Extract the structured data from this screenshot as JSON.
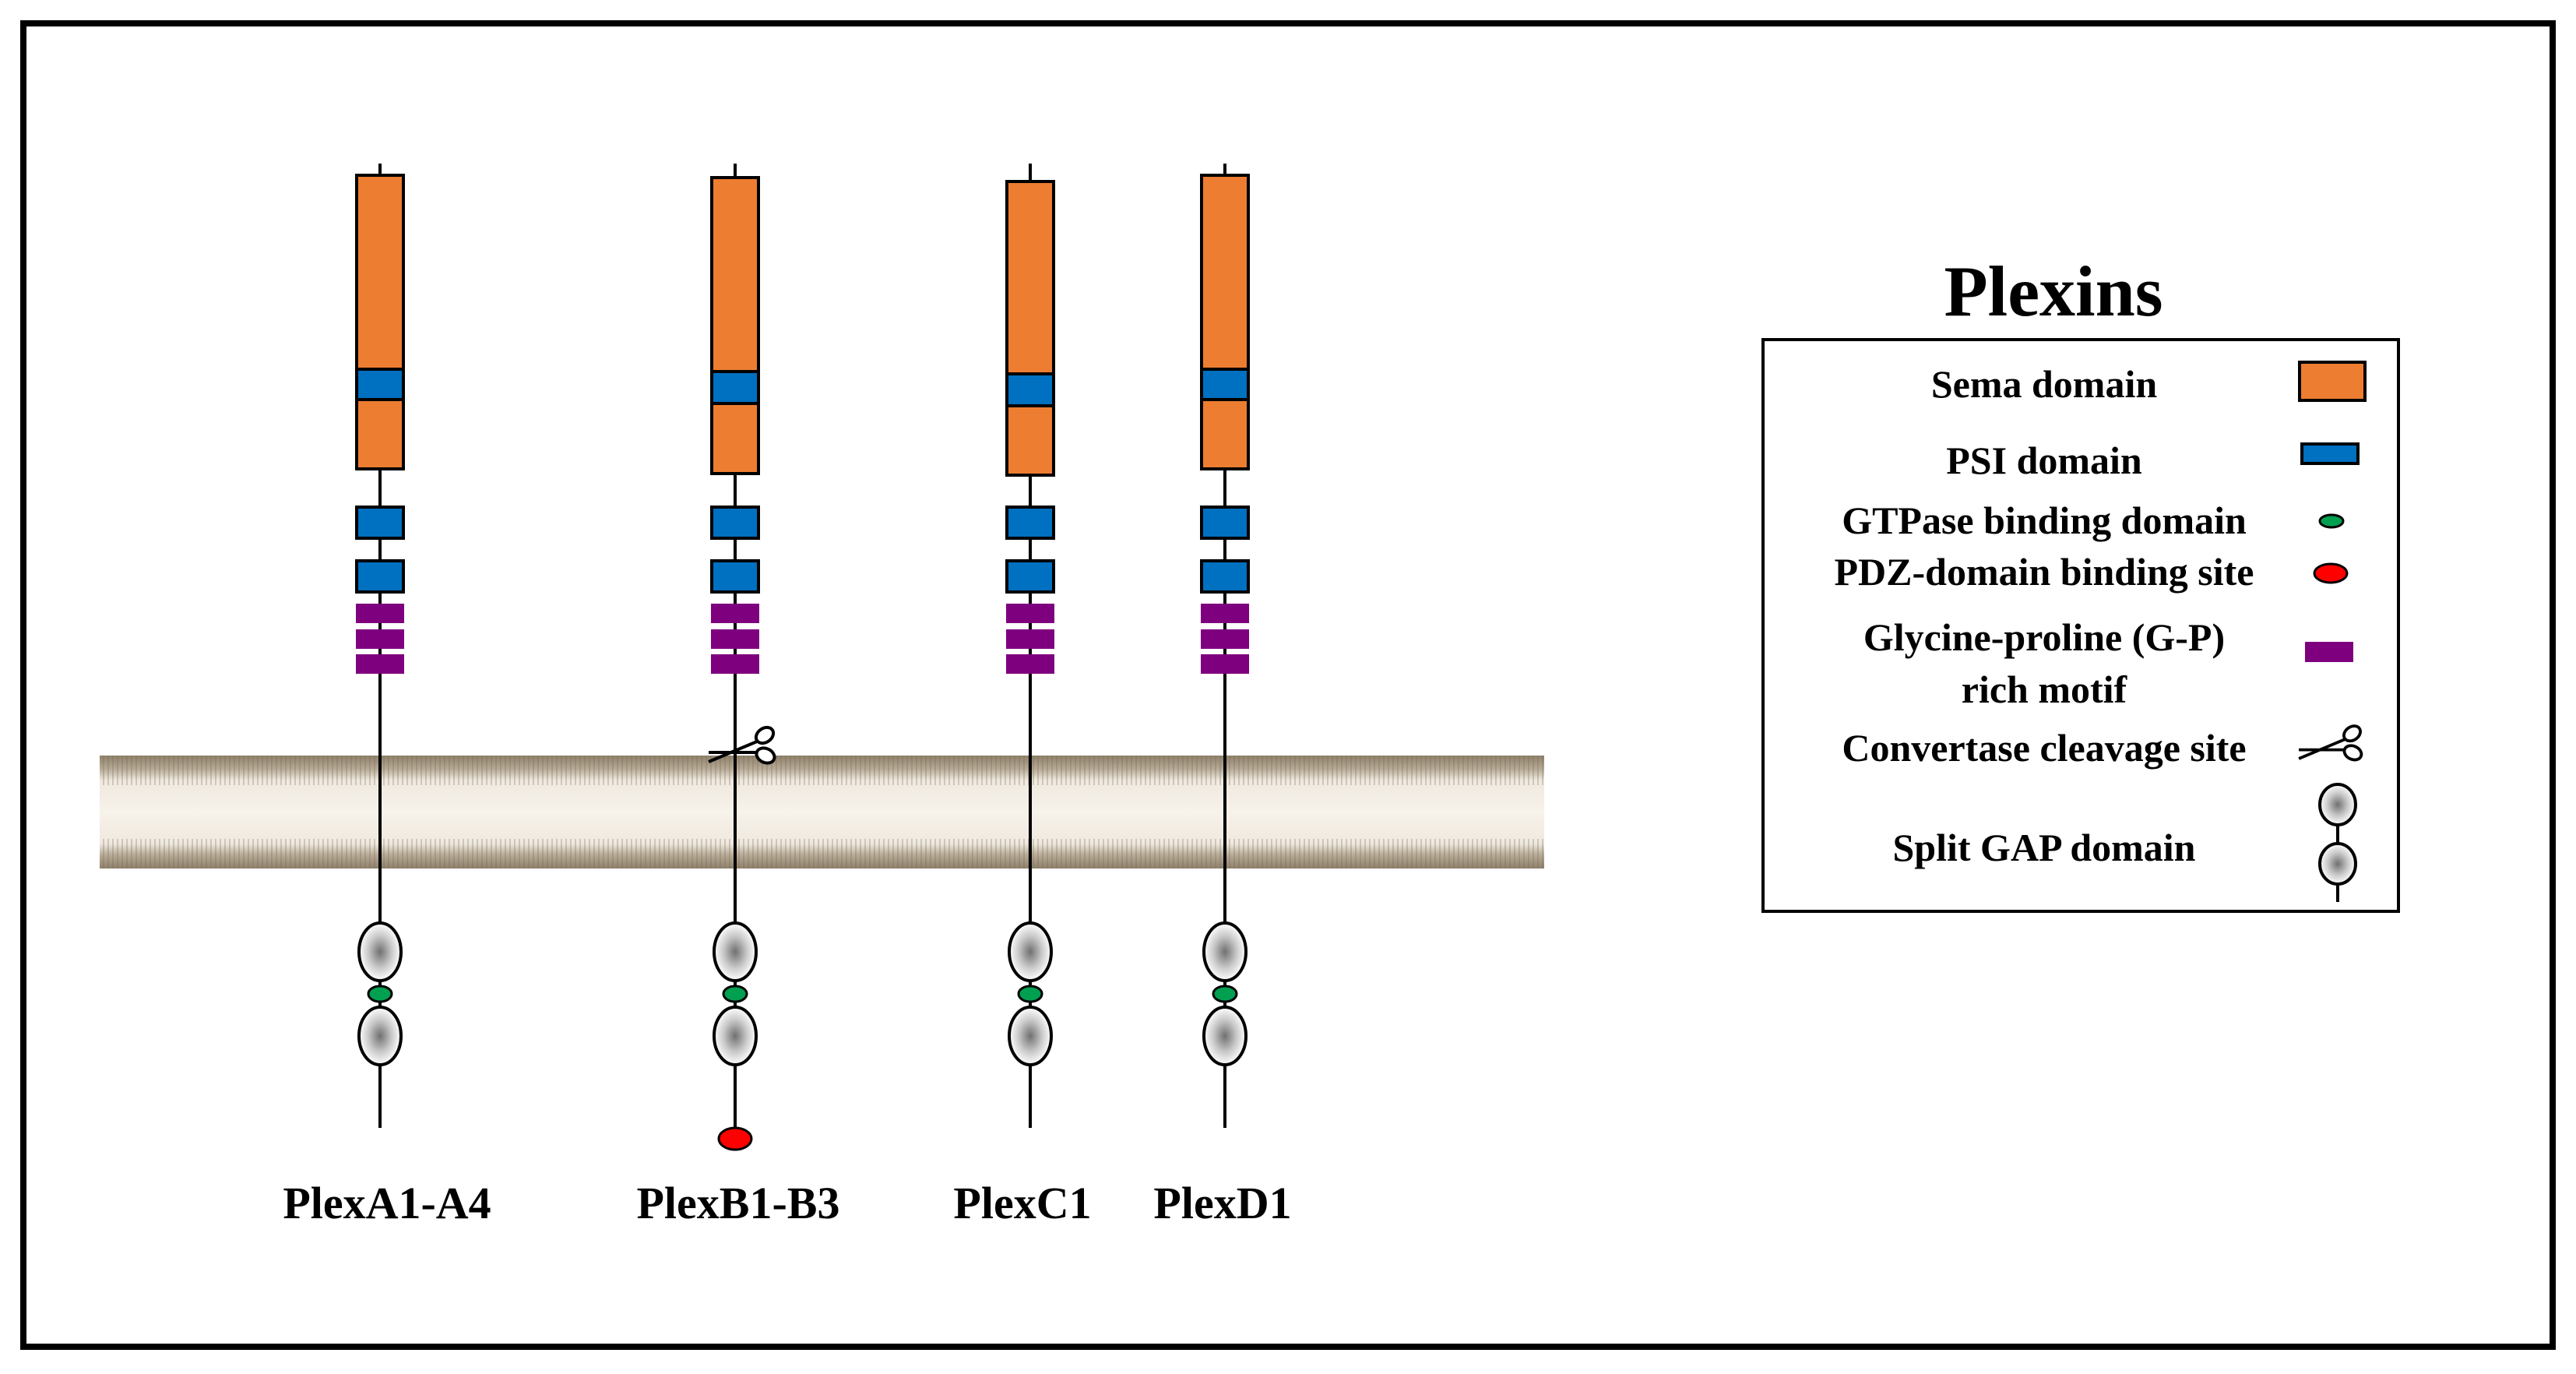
{
  "title": "Plexins",
  "legend": {
    "sema": "Sema domain",
    "psi": "PSI domain",
    "gtpase": "GTPase binding domain",
    "pdz": "PDZ-domain binding site",
    "gp_line1": "Glycine-proline (G-P)",
    "gp_line2": "rich  motif",
    "convertase": "Convertase cleavage site",
    "gap": "Split GAP domain"
  },
  "proteins": [
    {
      "label": "PlexA1-A4",
      "cleavage": false,
      "pdz": false
    },
    {
      "label": "PlexB1-B3",
      "cleavage": true,
      "pdz": true
    },
    {
      "label": "PlexC1",
      "cleavage": false,
      "pdz": false
    },
    {
      "label": "PlexD1",
      "cleavage": false,
      "pdz": false
    }
  ],
  "colors": {
    "sema": "#ED7D31",
    "psi": "#0070C0",
    "gp": "#7F007F",
    "gtpase": "#00A050",
    "pdz": "#FF0000",
    "membrane": "#A89880"
  },
  "icons": {
    "convertase": "scissors-icon"
  }
}
